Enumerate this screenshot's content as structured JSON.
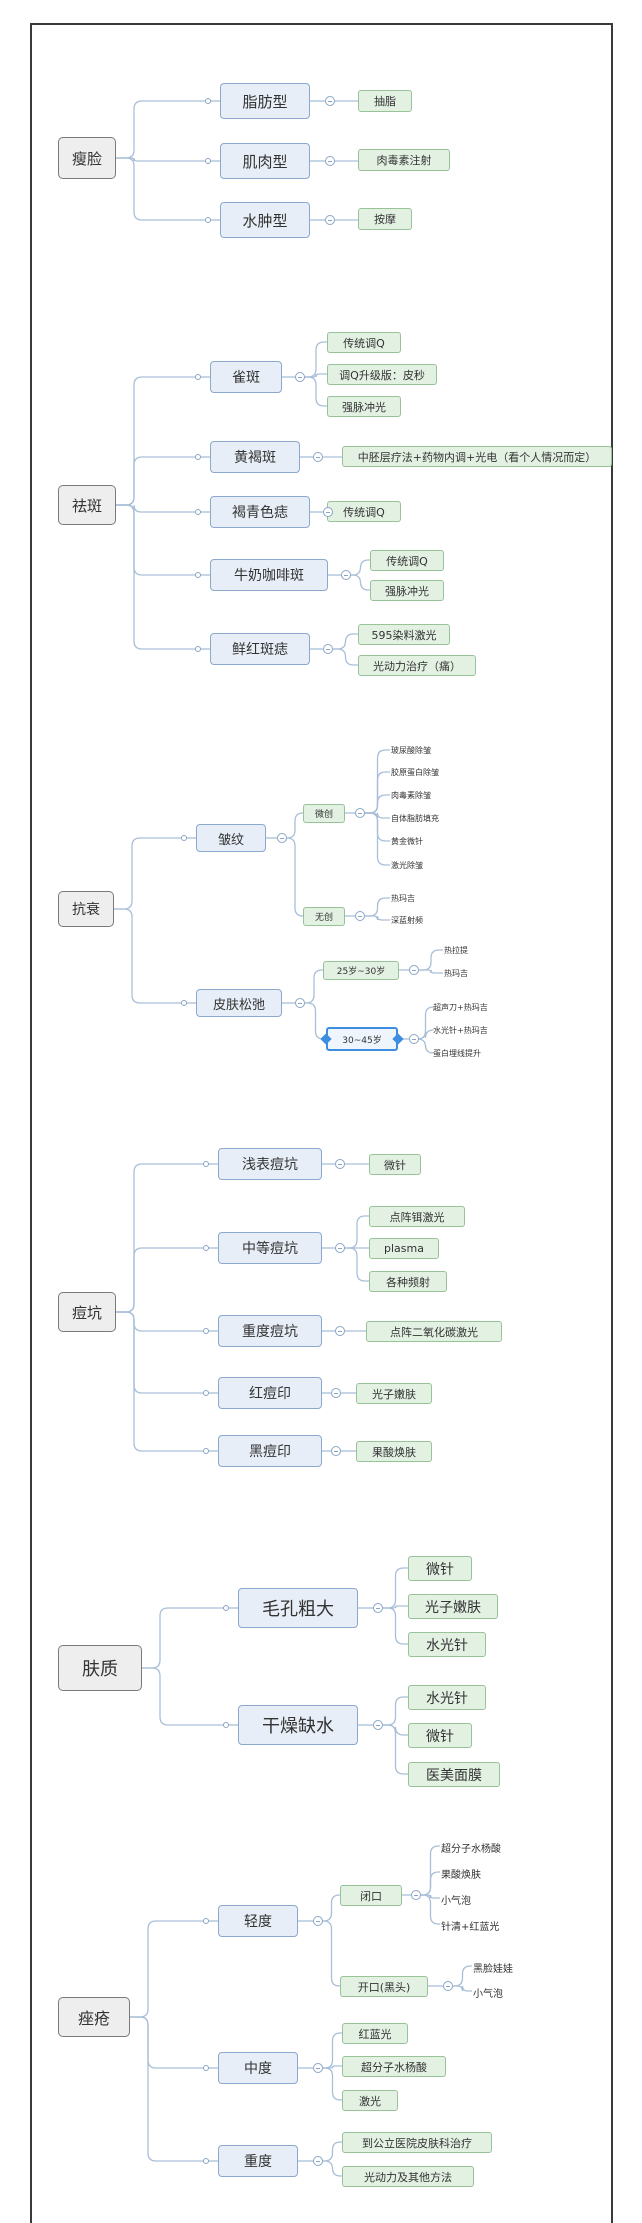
{
  "colors": {
    "frame": "#3a3a3a",
    "line": "#a9bfd8",
    "root_fill": "#eeeeee",
    "branch_fill": "#e7eef7",
    "leaf_fill": "#e3f1e3",
    "selection": "#3d8ee0"
  },
  "sections": [
    {
      "root": "瘦脸",
      "branches": [
        {
          "label": "脂肪型",
          "items": [
            "抽脂"
          ]
        },
        {
          "label": "肌肉型",
          "items": [
            "肉毒素注射"
          ]
        },
        {
          "label": "水肿型",
          "items": [
            "按摩"
          ]
        }
      ]
    },
    {
      "root": "祛斑",
      "branches": [
        {
          "label": "雀斑",
          "items": [
            "传统调Q",
            "调Q升级版：皮秒",
            "强脉冲光"
          ]
        },
        {
          "label": "黄褐斑",
          "items": [
            "中胚层疗法+药物内调+光电（看个人情况而定）"
          ]
        },
        {
          "label": "褐青色痣",
          "items": [
            "传统调Q"
          ]
        },
        {
          "label": "牛奶咖啡斑",
          "items": [
            "传统调Q",
            "强脉冲光"
          ]
        },
        {
          "label": "鲜红斑痣",
          "items": [
            "595染料激光",
            "光动力治疗（痛）"
          ]
        }
      ]
    },
    {
      "root": "抗衰",
      "branches": [
        {
          "label": "皱纹",
          "groups": [
            {
              "label": "微创",
              "items": [
                "玻尿酸除皱",
                "胶原蛋白除皱",
                "肉毒素除皱",
                "自体脂肪填充",
                "黄金微针",
                "激光除皱"
              ]
            },
            {
              "label": "无创",
              "items": [
                "热玛吉",
                "深蓝射频"
              ]
            }
          ]
        },
        {
          "label": "皮肤松弛",
          "groups": [
            {
              "label": "25岁~30岁",
              "items": [
                "热拉提",
                "热玛吉"
              ]
            },
            {
              "label": "30~45岁",
              "items": [
                "超声刀+热玛吉",
                "水光针+热玛吉",
                "蛋白埋线提升"
              ]
            }
          ]
        }
      ]
    },
    {
      "root": "痘坑",
      "branches": [
        {
          "label": "浅表痘坑",
          "items": [
            "微针"
          ]
        },
        {
          "label": "中等痘坑",
          "items": [
            "点阵铒激光",
            "plasma",
            "各种频射"
          ]
        },
        {
          "label": "重度痘坑",
          "items": [
            "点阵二氧化碳激光"
          ]
        },
        {
          "label": "红痘印",
          "items": [
            "光子嫩肤"
          ]
        },
        {
          "label": "黑痘印",
          "items": [
            "果酸焕肤"
          ]
        }
      ]
    },
    {
      "root": "肤质",
      "branches": [
        {
          "label": "毛孔粗大",
          "items": [
            "微针",
            "光子嫩肤",
            "水光针"
          ]
        },
        {
          "label": "干燥缺水",
          "items": [
            "水光针",
            "微针",
            "医美面膜"
          ]
        }
      ]
    },
    {
      "root": "痤疮",
      "branches": [
        {
          "label": "轻度",
          "groups": [
            {
              "label": "闭口",
              "items": [
                "超分子水杨酸",
                "果酸焕肤",
                "小气泡",
                "针清+红蓝光"
              ]
            },
            {
              "label": "开口(黑头)",
              "items": [
                "黑脸娃娃",
                "小气泡"
              ]
            }
          ]
        },
        {
          "label": "中度",
          "items": [
            "红蓝光",
            "超分子水杨酸",
            "激光"
          ]
        },
        {
          "label": "重度",
          "items": [
            "到公立医院皮肤科治疗",
            "光动力及其他方法"
          ]
        }
      ]
    }
  ]
}
